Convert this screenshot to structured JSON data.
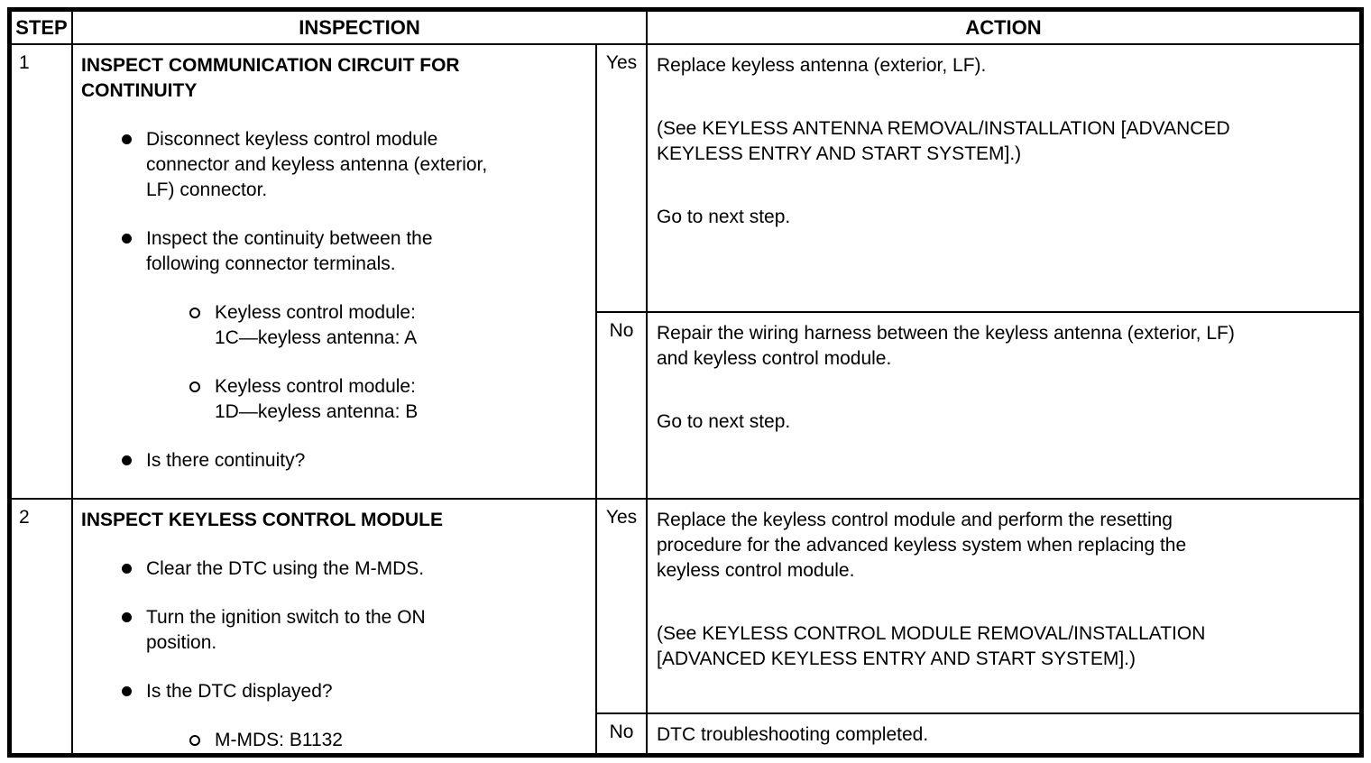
{
  "page": {
    "background": "#ffffff",
    "text_color": "#000000",
    "border_color": "#000000"
  },
  "table": {
    "headers": {
      "step": "STEP",
      "inspection": "INSPECTION",
      "action": "ACTION"
    },
    "steps": [
      {
        "number": "1",
        "title": "INSPECT COMMUNICATION CIRCUIT FOR\nCONTINUITY",
        "bullets": [
          {
            "level": 1,
            "text": "Disconnect keyless control module\nconnector and keyless antenna (exterior,\nLF) connector."
          },
          {
            "level": 1,
            "text": "Inspect the continuity between the\nfollowing connector terminals."
          },
          {
            "level": 2,
            "text": "Keyless control module:\n1C—keyless antenna: A"
          },
          {
            "level": 2,
            "text": "Keyless control module:\n1D—keyless antenna: B"
          },
          {
            "level": 1,
            "text": "Is there continuity?"
          }
        ],
        "results": [
          {
            "answer": "Yes",
            "paragraphs": [
              "Replace keyless antenna (exterior, LF).",
              "(See KEYLESS ANTENNA REMOVAL/INSTALLATION [ADVANCED\nKEYLESS ENTRY AND START SYSTEM].)",
              "Go to next step."
            ]
          },
          {
            "answer": "No",
            "paragraphs": [
              "Repair the wiring harness between the keyless antenna (exterior, LF)\nand keyless control module.",
              "Go to next step."
            ]
          }
        ]
      },
      {
        "number": "2",
        "title": "INSPECT KEYLESS CONTROL MODULE",
        "bullets": [
          {
            "level": 1,
            "text": "Clear the DTC using the M-MDS."
          },
          {
            "level": 1,
            "text": "Turn the ignition switch to the ON\nposition."
          },
          {
            "level": 1,
            "text": "Is the DTC displayed?"
          },
          {
            "level": 2,
            "text": "M-MDS: B1132"
          }
        ],
        "results": [
          {
            "answer": "Yes",
            "paragraphs": [
              "Replace the keyless control module and perform the resetting\nprocedure for the advanced keyless system when replacing the\nkeyless control module.",
              "(See KEYLESS CONTROL MODULE REMOVAL/INSTALLATION\n[ADVANCED KEYLESS ENTRY AND START SYSTEM].)"
            ]
          },
          {
            "answer": "No",
            "paragraphs": [
              "DTC troubleshooting completed."
            ]
          }
        ]
      }
    ]
  }
}
